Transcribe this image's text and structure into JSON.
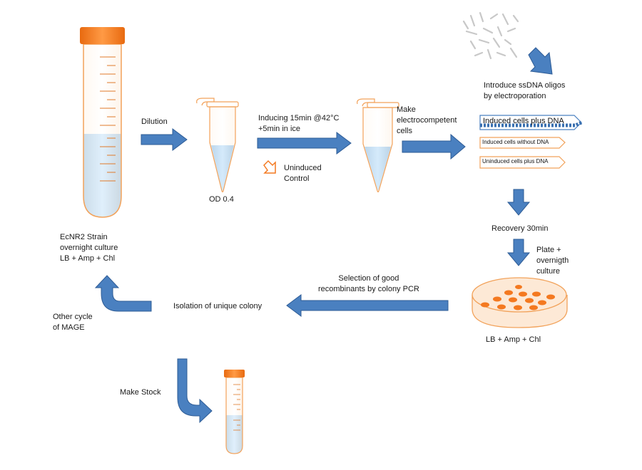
{
  "strain_label": [
    "EcNR2 Strain",
    "overnight culture",
    "LB + Amp + Chl"
  ],
  "dilution": "Dilution",
  "od": "OD 0.4",
  "inducing": [
    "Inducing 15min @42°C",
    "+5min in ice"
  ],
  "uninduced_control": [
    "Uninduced",
    "Control"
  ],
  "make_electrocompetent": [
    "Make",
    "electrocompetent",
    "cells"
  ],
  "introduce_oligos": [
    "Introduce ssDNA oligos",
    "by electroporation"
  ],
  "samples": [
    "Induced cells plus DNA",
    "Induced cells without DNA",
    "Uninduced cells plus DNA"
  ],
  "recovery": "Recovery 30min",
  "plate": [
    "Plate +",
    "overnigth",
    "culture"
  ],
  "plate_medium": "LB + Amp + Chl",
  "selection": [
    "Selection of good",
    "recombinants by colony PCR"
  ],
  "isolation": "Isolation of unique colony",
  "other_cycle": [
    "Other cycle",
    "of MAGE"
  ],
  "make_stock": "Make Stock",
  "colors": {
    "arrow": "#4a80c0",
    "arrow_edge": "#2e5c96",
    "cap": "#f47920",
    "liquid": "#a9d2f5",
    "tube_edge": "#f2a25a",
    "colony": "#f47920",
    "dish": "#fde9d6"
  }
}
